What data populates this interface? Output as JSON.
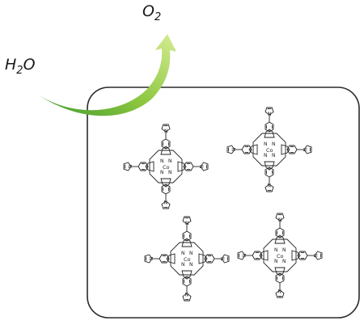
{
  "labels": {
    "reactant": {
      "base": "H",
      "sub": "2",
      "tail": "O"
    },
    "product": {
      "base": "O",
      "sub": "2"
    }
  },
  "molecules": [
    {
      "metal": "Co",
      "nitrogen": "N"
    },
    {
      "metal": "Co",
      "nitrogen": "N"
    },
    {
      "metal": "Co",
      "nitrogen": "N"
    },
    {
      "metal": "Co",
      "nitrogen": "N"
    }
  ],
  "colors": {
    "arrow_light": "#c4e27a",
    "arrow_dark": "#3f9a2e",
    "frame": "#2a2a2a"
  },
  "icons": {
    "arrow": "curved-arrow-icon",
    "frame": "rounded-frame"
  }
}
